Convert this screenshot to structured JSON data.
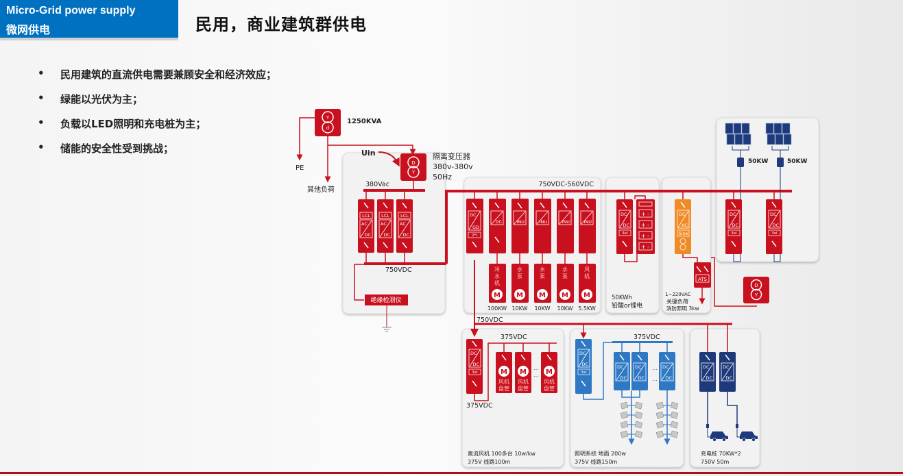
{
  "header": {
    "section_en": "Micro-Grid power supply",
    "section_cn": "微网供电",
    "title": "民用，商业建筑群供电"
  },
  "bullets": [
    "民用建筑的直流供电需要兼顾安全和经济效应；",
    "绿能以光伏为主；",
    "负载以LED照明和充电桩为主；",
    "储能的安全性受到挑战；"
  ],
  "colors": {
    "header_blue": "#0070c0",
    "red": "#c8101e",
    "orange": "#f08a24",
    "blue_module": "#2f78c4",
    "navy": "#1f3a7a",
    "panel_bg": "#f2f2f2"
  },
  "diagram": {
    "main_transformer": {
      "top": "Y",
      "bottom": "d",
      "rating": "1250KVA"
    },
    "pe_label": "PE",
    "other_load_label": "其他负荷",
    "uin_label": "Uin",
    "iso_transformer": {
      "top": "D",
      "bottom": "Y",
      "name": "隔离变压器",
      "ratio": "380v-380v",
      "freq": "50Hz"
    },
    "ac_bus_label": "380Vac",
    "rectifier": {
      "lcl": "LCL",
      "ac": "AC",
      "dc": "DC"
    },
    "dc_bus_750_label": "750VDC",
    "insulation_monitor": "绝缘检测仪",
    "hvac_bus_label": "750VDC-560VDC",
    "hvac_gd": {
      "top": "DC",
      "bottom": "GD",
      "ratio": "2*I"
    },
    "hvac_dc_label": "DC",
    "inv_label": "INU",
    "motor_letter": "M",
    "motor_loads": [
      {
        "name": "冷水机",
        "power": "100KW"
      },
      {
        "name": "水泵",
        "power": "10KW"
      },
      {
        "name": "水泵",
        "power": "10KW"
      },
      {
        "name": "水泵",
        "power": "10KW"
      },
      {
        "name": "风机",
        "power": "5.5KW"
      }
    ],
    "storage": {
      "dcdc_top": "DC",
      "dcdc_bottom": "DC",
      "ratio": "3xI",
      "capacity": "50KWh",
      "type": "铅酸or锂电"
    },
    "critical": {
      "top": "DC",
      "middle": "AC",
      "wave": "Sine",
      "ats": "ATS",
      "voltage": "1~220VAC",
      "name": "关键负荷",
      "desc": "消防照明 3kw"
    },
    "pv": {
      "powers": [
        "50KW",
        "50KW"
      ],
      "ratio": "3xI"
    },
    "lower_bus_label": "750VDC",
    "fan_coil": {
      "bus_label": "375VDC",
      "out_label": "375VDC",
      "item": "风机盘管",
      "ellipsis": "...",
      "desc1": "直流风机 100多台 10w/kw",
      "desc2": "375V 线路100m"
    },
    "lighting": {
      "bus_label": "375VDC",
      "ellipsis": "...",
      "desc1": "照明系统  地面 200w",
      "desc2": "375V 线路150m"
    },
    "charging": {
      "desc1": "充电桩 70KW*2",
      "desc2": "750V 50m"
    },
    "bottom_transformer": {
      "top": "D",
      "bottom": "Y"
    }
  }
}
